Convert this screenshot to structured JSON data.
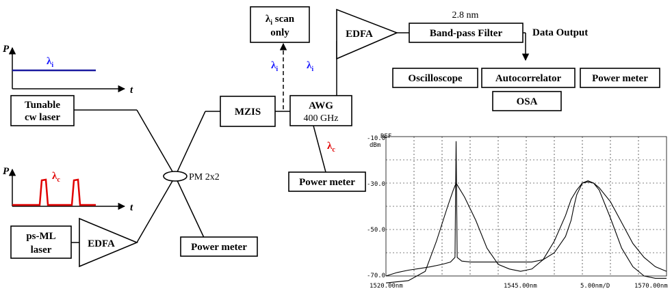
{
  "boxes": {
    "tunable_laser": "Tunable\ncw laser",
    "ps_ml_laser": "ps-ML\nlaser",
    "edfa_input": "EDFA",
    "coupler": "PM 2x2",
    "power_meter_coupler": "Power meter",
    "mzis": "MZIS",
    "awg": "AWG",
    "awg_freq": "400 GHz",
    "power_meter_awg": "Power meter",
    "scan_only": "λi scan\nonly",
    "edfa_output": "EDFA",
    "filter_bw": "2.8 nm",
    "bandpass": "Band-pass Filter",
    "data_output": "Data Output",
    "oscilloscope": "Oscilloscope",
    "autocorrelator": "Autocorrelator",
    "power_meter_out": "Power meter",
    "osa": "OSA"
  },
  "labels": {
    "p_axis_1": "P",
    "t_axis_1": "t",
    "p_axis_2": "P",
    "t_axis_2": "t",
    "lambda_i": "λ",
    "lambda_i_sub": "i",
    "lambda_c": "λ",
    "lambda_c_sub": "c"
  },
  "colors": {
    "lambda_i": "#1a1aff",
    "lambda_c": "#e00000",
    "cw_trace": "#1a1aa0",
    "pulse_trace": "#e00000"
  },
  "spectrum": {
    "ref_label": "-10.0",
    "ref_tag": "REF",
    "unit": "dBm",
    "y_ticks": [
      "-30.0",
      "-50.0",
      "-70.0"
    ],
    "x_labels": [
      "1520.00nm",
      "1545.00nm",
      "5.00nm/D",
      "1570.00nm"
    ]
  },
  "chart_data": {
    "type": "line",
    "xlabel": "",
    "ylabel": "dBm",
    "xlim": [
      1520,
      1570
    ],
    "ylim": [
      -70,
      -10
    ],
    "series": [
      {
        "x": [
          1520,
          1522,
          1524,
          1526,
          1528,
          1530,
          1531.5,
          1532.3,
          1532.5,
          1532.7,
          1533.5,
          1535,
          1537,
          1540,
          1543,
          1546,
          1548,
          1550,
          1552,
          1553,
          1553.5,
          1554,
          1555,
          1556,
          1557,
          1558,
          1560,
          1562,
          1564,
          1566,
          1568,
          1570
        ],
        "y": [
          -70,
          -68.5,
          -67.5,
          -66.8,
          -66,
          -65,
          -64,
          -62,
          -12,
          -62,
          -63.6,
          -64,
          -64,
          -64,
          -64,
          -64,
          -63,
          -60,
          -53,
          -46,
          -40,
          -35,
          -30,
          -29.5,
          -30,
          -33,
          -45,
          -58,
          -66,
          -70,
          -71,
          -71
        ]
      },
      {
        "x": [
          1520,
          1524,
          1527,
          1529,
          1531,
          1532,
          1532.5,
          1533,
          1534,
          1536,
          1538,
          1540,
          1542,
          1544,
          1546,
          1548,
          1550,
          1552,
          1553,
          1554,
          1555,
          1556,
          1557,
          1558,
          1560,
          1562,
          1564,
          1566,
          1568,
          1570
        ],
        "y": [
          -73,
          -72,
          -68,
          -55,
          -40,
          -33,
          -30,
          -32,
          -36,
          -46,
          -58,
          -65,
          -67,
          -68,
          -67,
          -63,
          -55,
          -44,
          -37,
          -33,
          -30,
          -29,
          -30,
          -32,
          -38,
          -47,
          -56,
          -62,
          -66,
          -68
        ]
      }
    ]
  }
}
